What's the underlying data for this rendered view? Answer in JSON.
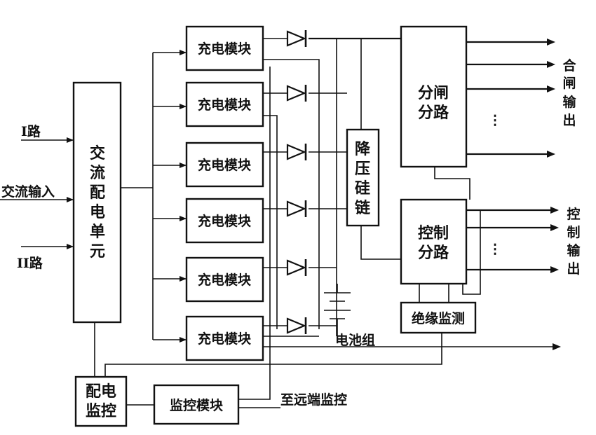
{
  "inputs": {
    "line1": "I路",
    "ac_input": "交流输入",
    "line2": "II路"
  },
  "ac_unit": [
    "交",
    "流",
    "配",
    "电",
    "单",
    "元"
  ],
  "charger_label": "充电模块",
  "chargers": [
    {
      "label": "充电模块"
    },
    {
      "label": "充电模块"
    },
    {
      "label": "充电模块"
    },
    {
      "label": "充电模块"
    },
    {
      "label": "充电模块"
    },
    {
      "label": "充电模块"
    }
  ],
  "dropper": [
    "降",
    "压",
    "硅",
    "链"
  ],
  "split_branch": [
    "分闸",
    "分路"
  ],
  "control_branch": [
    "控制",
    "分路"
  ],
  "insulation_monitor": "绝缘监测",
  "battery": "电池组",
  "dist_monitor": [
    "配电",
    "监控"
  ],
  "monitor_module": "监控模块",
  "remote": "至远端监控",
  "close_output": [
    "合",
    "闸",
    "输",
    "出"
  ],
  "control_output": [
    "控",
    "制",
    "输",
    "出"
  ],
  "ellipsis": "⋮"
}
